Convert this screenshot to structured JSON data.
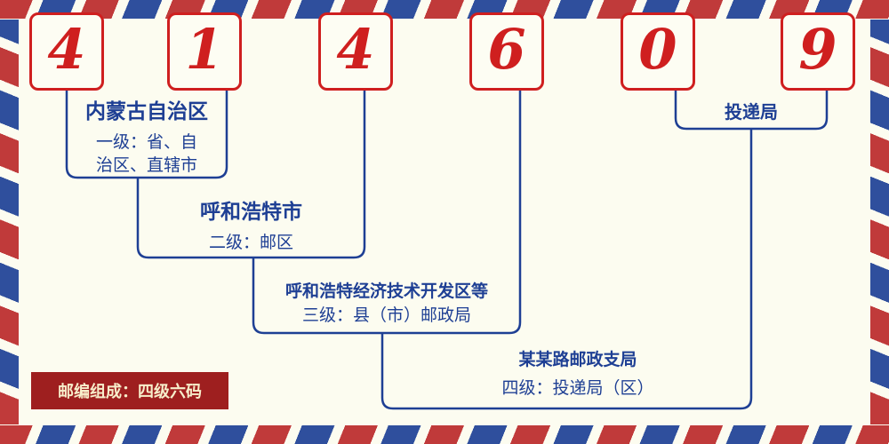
{
  "postal": {
    "digits": [
      "4",
      "1",
      "4",
      "6",
      "0",
      "9"
    ]
  },
  "levels": {
    "l1": {
      "title": "内蒙古自治区",
      "desc1": "一级：省、自",
      "desc2": "治区、直辖市"
    },
    "l2": {
      "title": "呼和浩特市",
      "desc": "二级：邮区"
    },
    "l3": {
      "title": "呼和浩特经济技术开发区等",
      "desc": "三级：县（市）邮政局"
    },
    "l4": {
      "title": "某某路邮政支局",
      "desc": "四级：投递局（区）"
    }
  },
  "delivery": {
    "title": "投递局"
  },
  "footer": {
    "note": "邮编组成：四级六码"
  },
  "colors": {
    "digit_red": "#cf1f1f",
    "line_blue": "#1e3f94",
    "stripe_red": "#c03a3a",
    "stripe_blue": "#2f4f9d",
    "footer_bg": "#9e1f1f",
    "footer_text": "#f7eecb",
    "background": "#fcfcf0"
  }
}
